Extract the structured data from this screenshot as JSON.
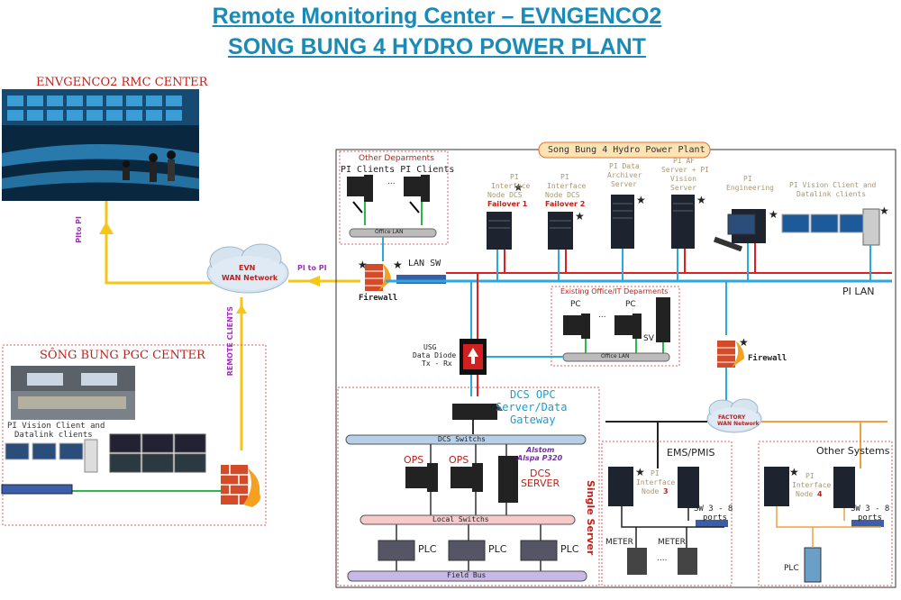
{
  "title": {
    "line1": "Remote Monitoring Center – EVNGENCO2",
    "line2": "SONG BUNG 4 HYDRO POWER PLANT"
  },
  "colors": {
    "title": "#1a8bb7",
    "pi_lan": "#2aa8e0",
    "red_link": "#e02020",
    "remote_link": "#f5c518",
    "green_link": "#2db84a",
    "orange_link": "#f0a040",
    "dashed_box": "#e06060"
  },
  "rmc": {
    "title": "ENVGENCO2 RMC CENTER",
    "pi_to_pi": "PIto PI"
  },
  "evn_cloud": {
    "label1": "EVN",
    "label2": "WAN Network",
    "pi_to_pi": "PI to PI",
    "remote_clients": "REMOTE CLIENTS"
  },
  "pgc": {
    "title": "SÔNG BUNG PGC CENTER",
    "clients1": "PI Vision Client and",
    "clients2": "Datalink clients"
  },
  "plant": {
    "title": "Song Bung 4 Hydro Power Plant",
    "other_dept": {
      "title": "Other Deparments",
      "clients": "PI Clients PI Clients",
      "dots": "...",
      "office_lan": "Office LAN"
    },
    "firewall1": "Firewall",
    "lan_sw": "LAN SW",
    "pi_lan": "PI LAN",
    "pi_iface_dcs1": {
      "l1": "PI",
      "l2": "Interface",
      "l3": "Node DCS",
      "l4": "Failover 1"
    },
    "pi_iface_dcs2": {
      "l1": "PI",
      "l2": "Interface",
      "l3": "Node DCS",
      "l4": "Failover 2"
    },
    "pi_archiver": {
      "l1": "PI Data",
      "l2": "Archiver",
      "l3": "Server"
    },
    "pi_af": {
      "l1": "PI AF",
      "l2": "Server + PI",
      "l3": "Vision",
      "l4": "Server"
    },
    "pi_eng": {
      "l1": "PI",
      "l2": "Engineering"
    },
    "pi_vision": {
      "l1": "PI Vision Client and",
      "l2": "Datalink clients"
    },
    "existing_office": {
      "title": "Existing Office/IT Deparments",
      "pc1": "PC",
      "pc2": "PC",
      "dots": "...",
      "sv": "SV",
      "office_lan": "Office LAN"
    },
    "usg": {
      "l1": "USG",
      "l2": "Data Diode",
      "l3": "Tx - Rx"
    },
    "firewall2": "Firewall",
    "factory_cloud": {
      "l1": "FACTORY",
      "l2": "WAN Network"
    },
    "dcs": {
      "opc1": "DCS OPC",
      "opc2": "Server/Data",
      "opc3": "Gateway",
      "switches": "DCS Switchs",
      "alstom1": "Alstom",
      "alstom2": "Alspa P320",
      "ops1": "OPS",
      "ops2": "OPS",
      "server1": "DCS",
      "server2": "SERVER",
      "local_switches": "Local Switchs",
      "plc1": "PLC",
      "plc2": "PLC",
      "plc3": "PLC",
      "field_bus": "Field Bus",
      "single_server": "Single Server"
    },
    "ems": {
      "title": "EMS/PMIS",
      "pi1": "PI",
      "pi2": "Interface",
      "pi3": "Node",
      "node_num": "3",
      "sw1": "SW 3 - 8",
      "sw2": "ports",
      "meter1": "METER",
      "meter2": "METER",
      "dots": "...."
    },
    "other_systems": {
      "title": "Other Systems",
      "pi1": "PI",
      "pi2": "Interface",
      "pi3": "Node",
      "node_num": "4",
      "sw1": "SW 3 - 8",
      "sw2": "ports",
      "plc": "PLC"
    }
  }
}
